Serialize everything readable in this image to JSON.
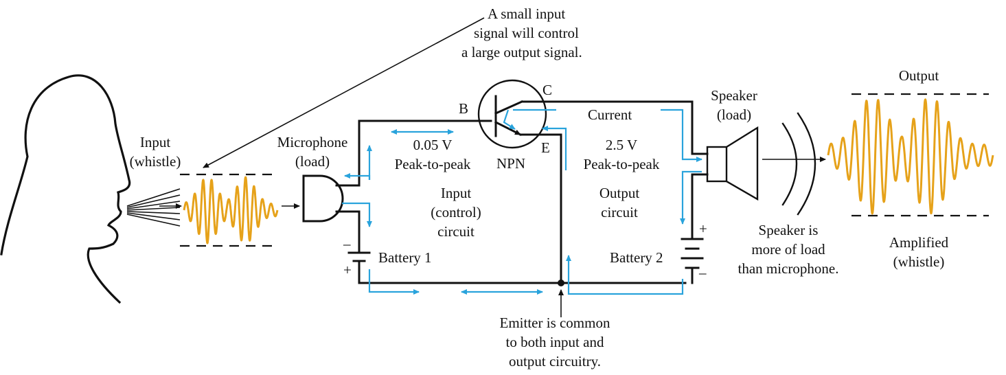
{
  "colors": {
    "current_arrow": "#29a3dc",
    "waveform": "#e6a21a",
    "line": "#111111"
  },
  "labels": {
    "callout": [
      "A small input",
      "signal will control",
      "a large output signal."
    ],
    "input": [
      "Input",
      "(whistle)"
    ],
    "microphone": [
      "Microphone",
      "(load)"
    ],
    "base": "B",
    "collector": "C",
    "emitter": "E",
    "transistor": "NPN",
    "input_voltage": [
      "0.05 V",
      "Peak-to-peak"
    ],
    "input_circuit": [
      "Input",
      "(control)",
      "circuit"
    ],
    "battery1": "Battery 1",
    "battery1_minus": "–",
    "battery1_plus": "+",
    "current": "Current",
    "output_voltage": [
      "2.5 V",
      "Peak-to-peak"
    ],
    "output_circuit": [
      "Output",
      "circuit"
    ],
    "battery2": "Battery 2",
    "battery2_plus": "+",
    "battery2_minus": "–",
    "speaker": [
      "Speaker",
      "(load)"
    ],
    "speaker_note": [
      "Speaker is",
      "more of load",
      "than microphone."
    ],
    "output": "Output",
    "amplified": [
      "Amplified",
      "(whistle)"
    ],
    "emitter_note": [
      "Emitter is common",
      "to both input and",
      "output circuitry."
    ]
  },
  "icons": [
    "head-silhouette-icon",
    "microphone-icon",
    "npn-transistor-icon",
    "battery-icon",
    "speaker-icon",
    "sound-wave-icon"
  ]
}
